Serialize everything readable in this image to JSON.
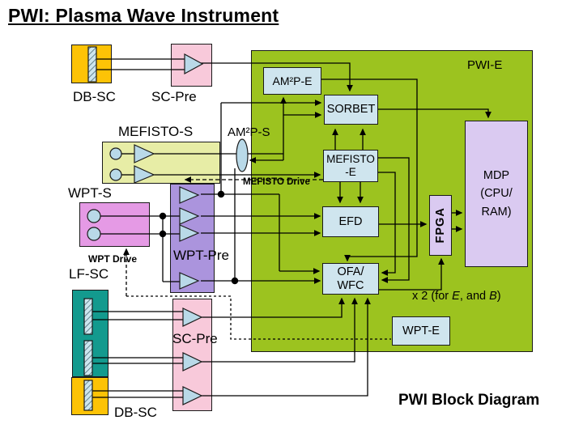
{
  "title": "PWI: Plasma Wave Instrument",
  "colors": {
    "green": "#9cc31f",
    "blue": "#cfe5ee",
    "lavender": "#dacaf1",
    "pink": "#f8c9da",
    "gold": "#fdc306",
    "teal": "#139a8e",
    "magenta": "#e59ae5",
    "purple": "#ab94dd",
    "yg": "#e7eda6",
    "tri": "#b9d9e8",
    "line": "#000000"
  },
  "sensors": {
    "db_sc_top": "DB-SC",
    "mefisto_s": "MEFISTO-S",
    "am2p_s": "AM²P-S",
    "wpt_s": "WPT-S",
    "lf_sc": "LF-SC",
    "db_sc_bottom": "DB-SC"
  },
  "preamps": {
    "sc_pre_top": "SC-Pre",
    "wpt_pre": "WPT-Pre",
    "sc_pre_bottom": "SC-Pre"
  },
  "drives": {
    "wpt": "WPT Drive",
    "mefisto": "MEFISTO Drive"
  },
  "pwi_e": {
    "label": "PWI-E",
    "blocks": {
      "am2p_e": "AM²P-E",
      "sorbet": "SORBET",
      "mefisto_e": "MEFISTO -E",
      "efd": "EFD",
      "ofa_line1": "OFA/",
      "ofa_line2": "WFC",
      "wpt_e": "WPT-E",
      "fpga": "FPGA",
      "mdp_lines": [
        "MDP",
        "(CPU/",
        "RAM)"
      ]
    },
    "x2_note": {
      "prefix": "x 2 (for ",
      "e": "E",
      "mid": ", and ",
      "b": "B",
      "suffix": ")"
    }
  },
  "footer": {
    "caption": "PWI Block Diagram"
  }
}
